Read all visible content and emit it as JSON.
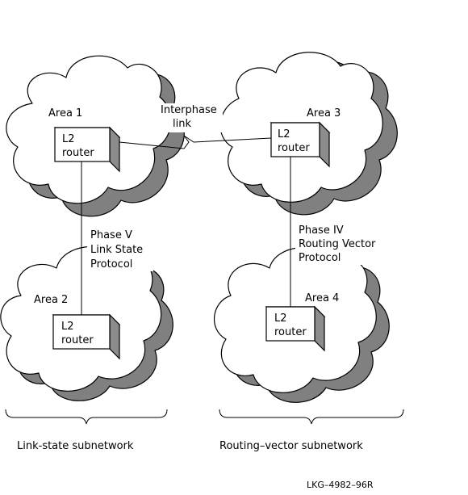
{
  "colors": {
    "cloud_fill": "#ffffff",
    "cloud_shadow": "#808080",
    "router_top": "#bfbfbf",
    "router_side": "#8c8c8c",
    "line": "#000000"
  },
  "areas": [
    {
      "label": "Area 1",
      "router_line1": "L2",
      "router_line2": "router"
    },
    {
      "label": "Area 2",
      "router_line1": "L2",
      "router_line2": "router"
    },
    {
      "label": "Area 3",
      "router_line1": "L2",
      "router_line2": "router"
    },
    {
      "label": "Area 4",
      "router_line1": "L2",
      "router_line2": "router"
    }
  ],
  "interphase_link": {
    "line1": "Interphase",
    "line2": "link"
  },
  "link_state_protocol": {
    "line1": "Phase V",
    "line2": "Link State",
    "line3": "Protocol"
  },
  "routing_vector_protocol": {
    "line1": "Phase IV",
    "line2": "Routing Vector",
    "line3": "Protocol"
  },
  "subnetworks": {
    "left": "Link-state subnetwork",
    "right": "Routing–vector subnetwork"
  },
  "figure_id": "LKG–4982–96R"
}
